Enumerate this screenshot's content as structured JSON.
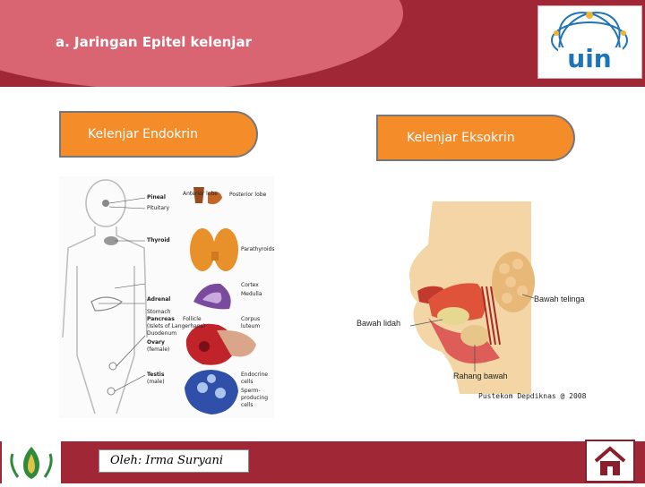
{
  "header": {
    "title": "a. Jaringan Epitel kelenjar",
    "logo_text": "uin",
    "logo_icon": "uin-logo-icon"
  },
  "pills": {
    "endokrin": "Kelenjar Endokrin",
    "eksokrin": "Kelenjar  Eksokrin"
  },
  "endokrin_figure": {
    "labels": {
      "anterior": "Anterior lobe",
      "posterior": "Posterior lobe",
      "pineal": "Pineal",
      "pituitary": "Pituitary",
      "thyroid": "Thyroid",
      "parathyroids": "Parathyroids",
      "cortex": "Cortex",
      "medulla": "Medulla",
      "adrenal": "Adrenal",
      "stomach": "Stomach",
      "pancreas": "Pancreas",
      "islets": "(Islets of Langerhans)",
      "duodenum": "Duodenum",
      "follicle": "Follicle",
      "corpus": "Corpus",
      "luteum": "luteum",
      "ovary": "Ovary",
      "female": "(female)",
      "testis": "Testis",
      "male": "(male)",
      "endocrine": "Endocrine",
      "cells": "cells",
      "sperm": "Sperm-",
      "producing": "producing",
      "cells2": "cells"
    }
  },
  "eksokrin_figure": {
    "labels": {
      "bawah_telinga": "Bawah telinga",
      "bawah_lidah": "Bawah lidah",
      "rahang_bawah": "Rahang bawah"
    },
    "credit": "Pustekom Depdiknas @ 2008"
  },
  "footer": {
    "author": "Oleh: Irma Suryani",
    "home_icon": "home-icon",
    "emblem_icon": "emblem-icon"
  },
  "colors": {
    "header_dark": "#a02735",
    "header_light": "#d96573",
    "pill_orange": "#f58c2a"
  }
}
